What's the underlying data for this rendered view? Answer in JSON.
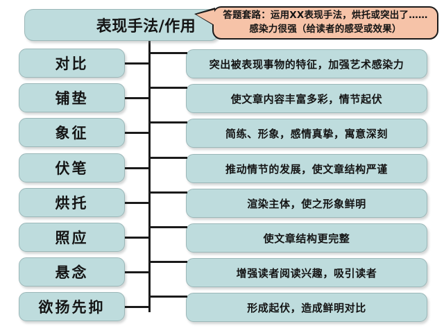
{
  "diagram": {
    "title": "表现手法/作用",
    "callout": "答题套路：运用XX表现手法，烘托或突出了……感染力很强（给读者的感受或效果）",
    "colors": {
      "box_fill": "#bedcdd",
      "box_border": "#9bb7b8",
      "callout_fill": "#f6c3a8",
      "callout_border": "#1a1a1a",
      "connector": "#1a1a1a",
      "background": "#ffffff"
    },
    "rows": [
      {
        "technique": "对比",
        "effect": "突出被表现事物的特征，加强艺术感染力"
      },
      {
        "technique": "铺垫",
        "effect": "使文章内容丰富多彩，情节起伏"
      },
      {
        "technique": "象征",
        "effect": "简练、形象，感情真挚，寓意深刻"
      },
      {
        "technique": "伏笔",
        "effect": "推动情节的发展，使文章结构严谨"
      },
      {
        "technique": "烘托",
        "effect": "渲染主体，使之形象鲜明"
      },
      {
        "technique": "照应",
        "effect": "使文章结构更完整"
      },
      {
        "technique": "悬念",
        "effect": "增强读者阅读兴趣，吸引读者"
      },
      {
        "technique": "欲扬先抑",
        "effect": "形成起伏，造成鲜明对比"
      }
    ]
  }
}
